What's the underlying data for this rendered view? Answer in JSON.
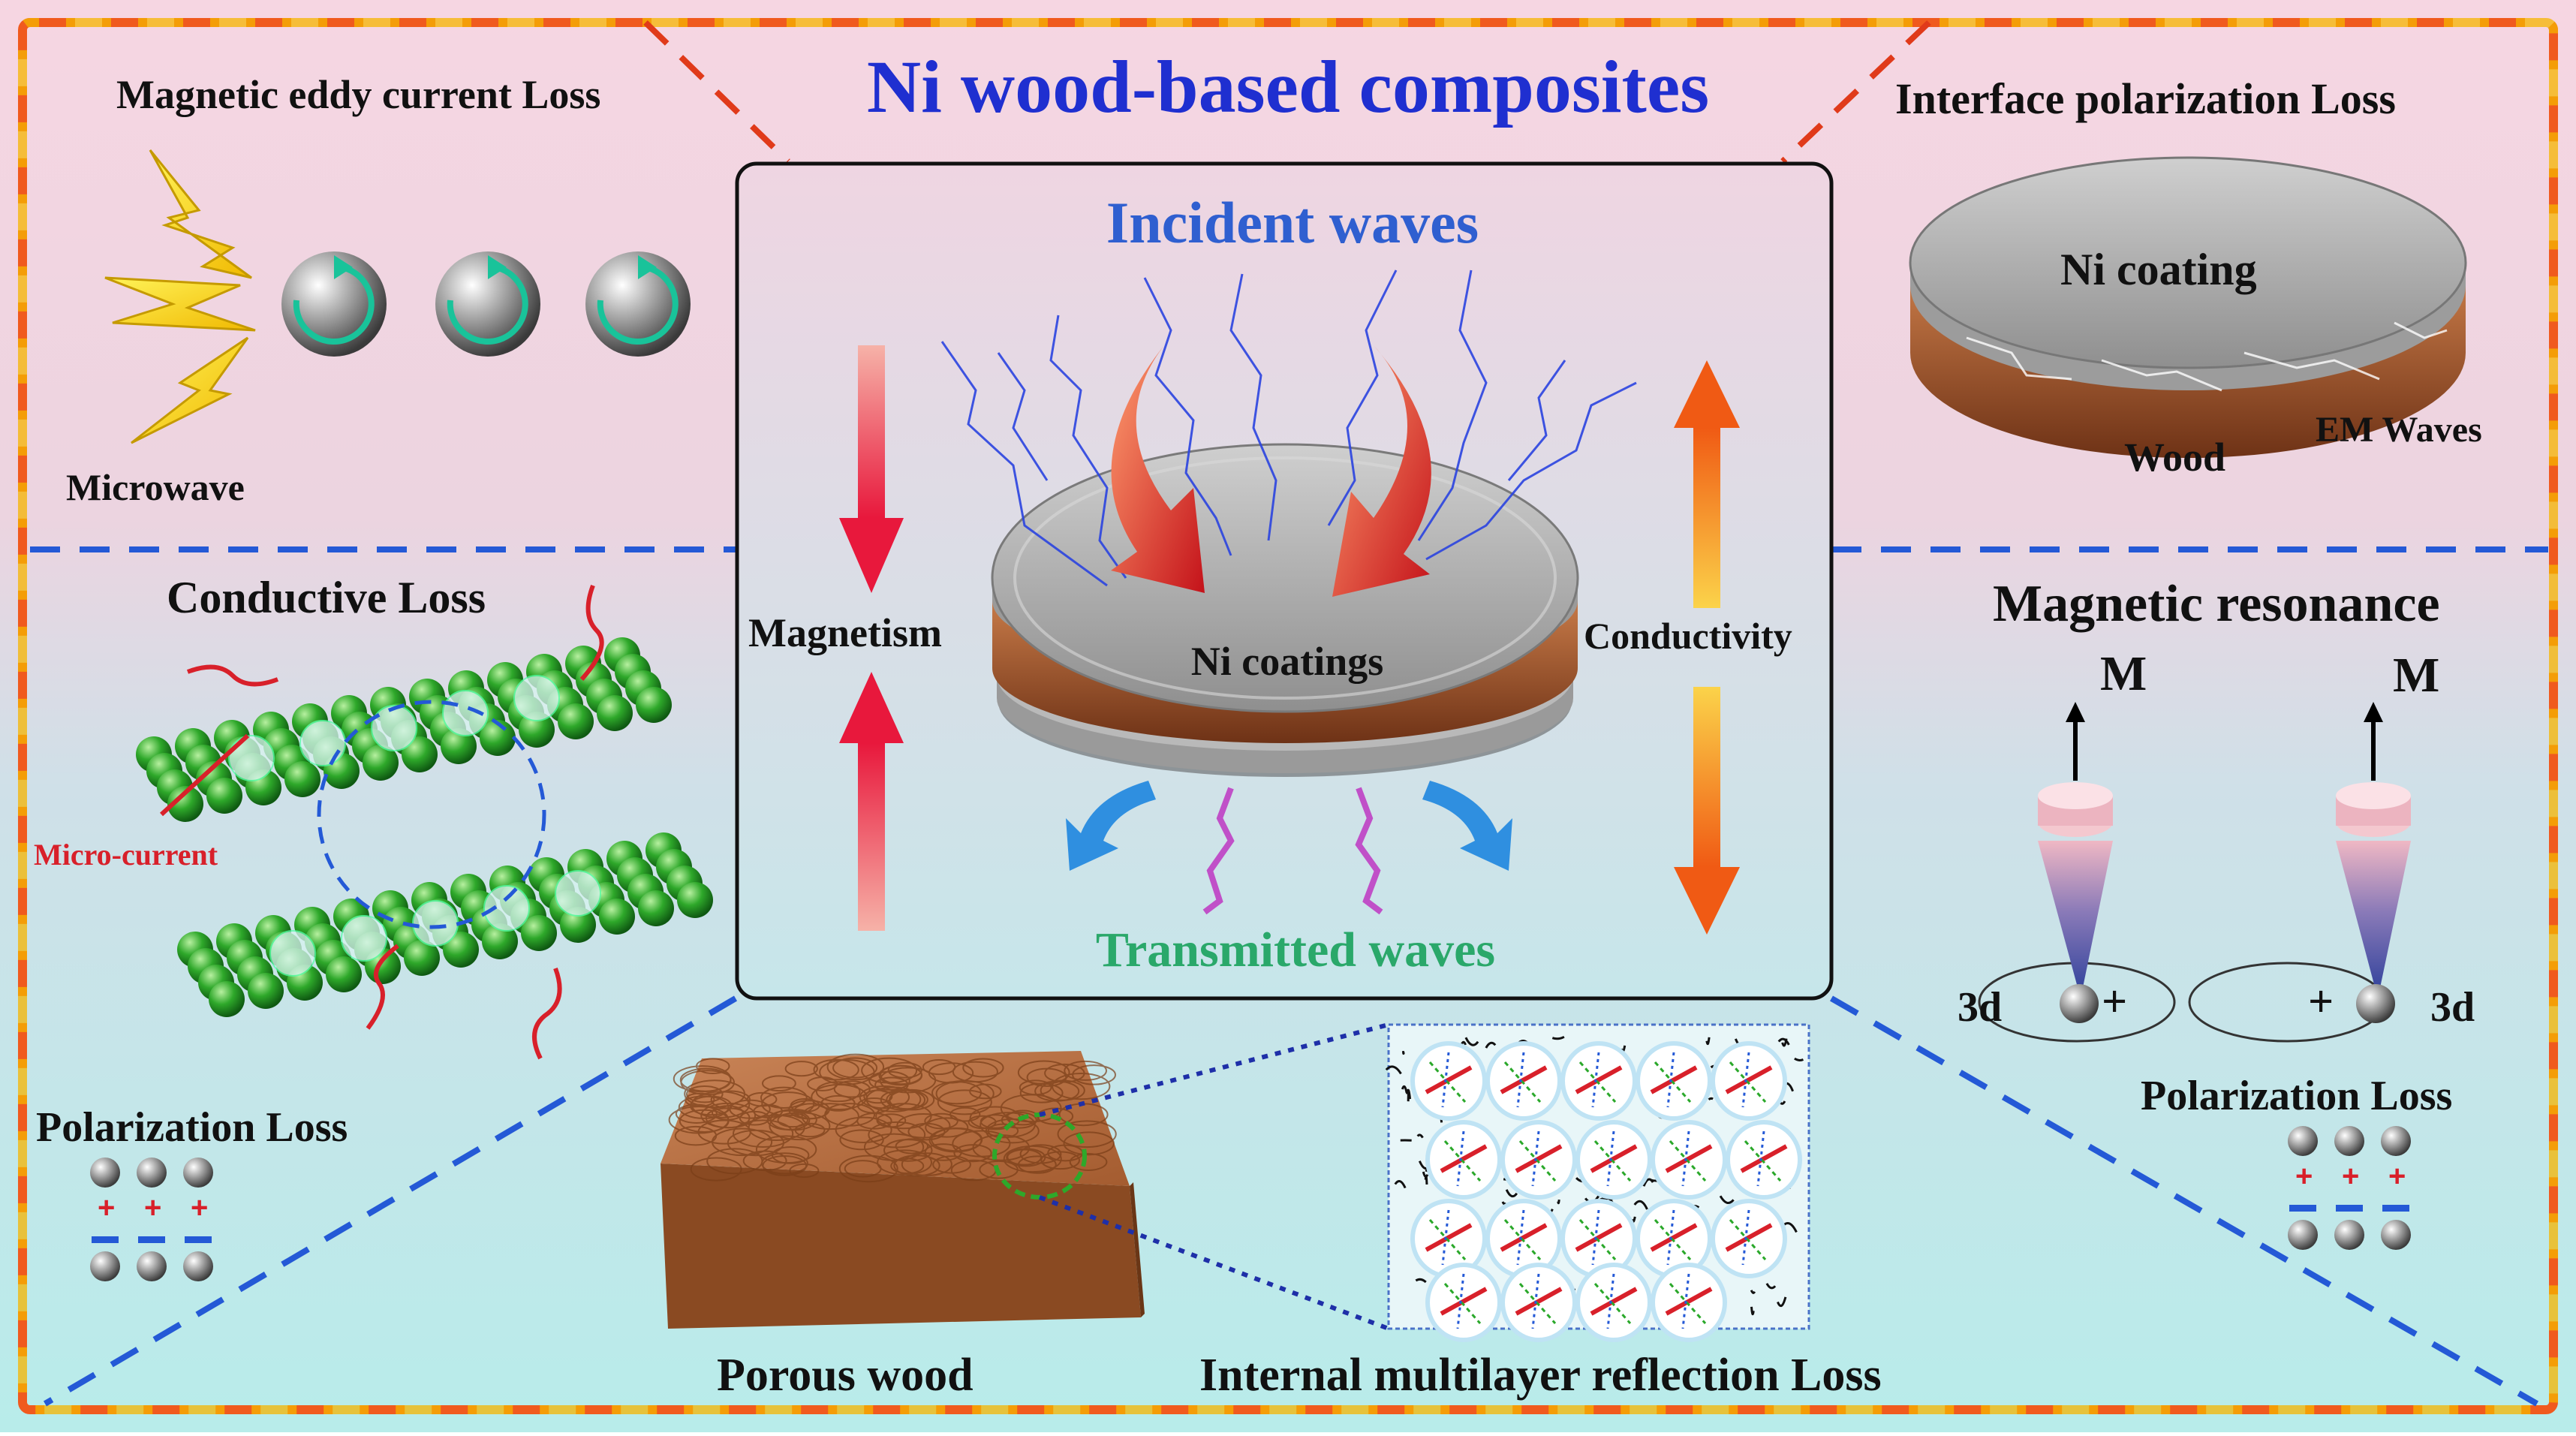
{
  "title": "Ni wood-based composites",
  "labels": {
    "magnetic_eddy": "Magnetic eddy current Loss",
    "microwave": "Microwave",
    "interface_polarization": "Interface polarization Loss",
    "ni_coating": "Ni coating",
    "wood": "Wood",
    "em_waves": "EM Waves",
    "incident_waves": "Incident waves",
    "magnetism": "Magnetism",
    "ni_coatings": "Ni coatings",
    "conductivity": "Conductivity",
    "transmitted_waves": "Transmitted waves",
    "conductive_loss": "Conductive Loss",
    "micro_current": "Micro-current",
    "polarization_loss_left": "Polarization Loss",
    "magnetic_resonance": "Magnetic resonance",
    "m_left": "M",
    "m_right": "M",
    "three_d_left": "3d",
    "three_d_right": "3d",
    "plus": "+",
    "polarization_loss_right": "Polarization Loss",
    "porous_wood": "Porous wood",
    "internal_reflection": "Internal multilayer reflection Loss"
  },
  "colors": {
    "title": "#1f2fd0",
    "incident": "#2f5fd0",
    "transmitted": "#2aa86a",
    "top_bg": "#f3d3df",
    "bottom_bg": "#bfe9ea",
    "border_orange": "#f05a1e",
    "border_yellow": "#f5b400",
    "divider_red": "#e03a1a",
    "divider_blue": "#2459d6",
    "micro_current": "#d8202a"
  },
  "icons": {
    "lightning": "lightning-bolt-icon",
    "spin_sphere": "spinning-sphere-icon",
    "disc": "ni-wood-disc",
    "graphene": "graphene-sheet",
    "spin_cone": "precession-cone",
    "dipole": "dipole-charges",
    "wood_block": "porous-wood-block",
    "pores": "pore-array"
  }
}
